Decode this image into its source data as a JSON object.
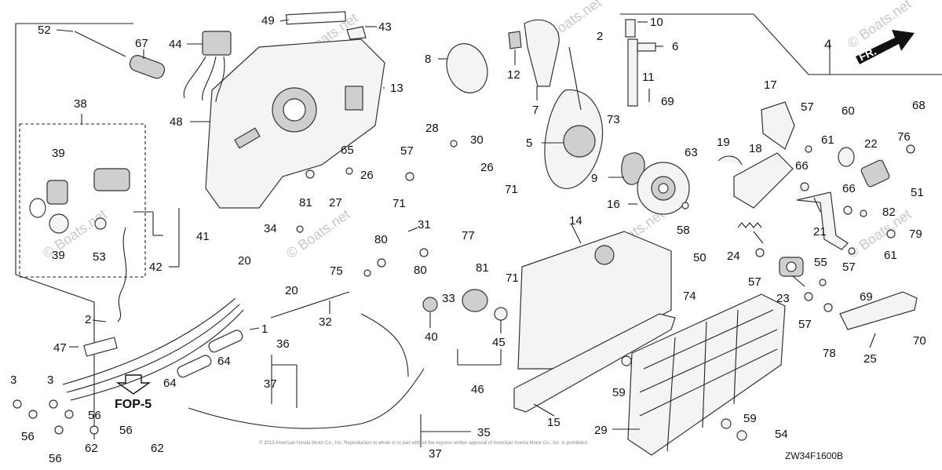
{
  "diagram": {
    "code": "ZW34F1600B",
    "direction": "FR.",
    "reference": "FOP-5",
    "watermark": "© Boats.net",
    "footer_note": "© 2013 American Honda Motor Co., Inc. Reproduction in whole or in part without the express written approval of American Honda Motor Co., Inc. is prohibited",
    "callouts": {
      "c1": "1",
      "c2": "2",
      "c2b": "2",
      "c3a": "3",
      "c3b": "3",
      "c4": "4",
      "c5": "5",
      "c6": "6",
      "c7": "7",
      "c8": "8",
      "c9": "9",
      "c10": "10",
      "c11": "11",
      "c12": "12",
      "c13": "13",
      "c14": "14",
      "c15": "15",
      "c16": "16",
      "c17": "17",
      "c18": "18",
      "c19": "19",
      "c20a": "20",
      "c20b": "20",
      "c21": "21",
      "c22": "22",
      "c23": "23",
      "c24": "24",
      "c25": "25",
      "c26a": "26",
      "c26b": "26",
      "c27": "27",
      "c28": "28",
      "c29": "29",
      "c30": "30",
      "c31": "31",
      "c32": "32",
      "c33": "33",
      "c34": "34",
      "c35": "35",
      "c36": "36",
      "c37a": "37",
      "c37b": "37",
      "c38": "38",
      "c39a": "39",
      "c39b": "39",
      "c40": "40",
      "c41": "41",
      "c42": "42",
      "c43": "43",
      "c44": "44",
      "c45": "45",
      "c46": "46",
      "c47": "47",
      "c48": "48",
      "c49": "49",
      "c50": "50",
      "c51": "51",
      "c52": "52",
      "c53": "53",
      "c54": "54",
      "c55": "55",
      "c56a": "56",
      "c56b": "56",
      "c56c": "56",
      "c56d": "56",
      "c57a": "57",
      "c57b": "57",
      "c57c": "57",
      "c57d": "57",
      "c57e": "57",
      "c58": "58",
      "c59a": "59",
      "c59b": "59",
      "c60": "60",
      "c61a": "61",
      "c61b": "61",
      "c62a": "62",
      "c62b": "62",
      "c63": "63",
      "c64a": "64",
      "c64b": "64",
      "c65": "65",
      "c66a": "66",
      "c66b": "66",
      "c67": "67",
      "c68": "68",
      "c69a": "69",
      "c69b": "69",
      "c70": "70",
      "c71a": "71",
      "c71b": "71",
      "c71c": "71",
      "c73": "73",
      "c74": "74",
      "c75": "75",
      "c76": "76",
      "c77": "77",
      "c78": "78",
      "c79": "79",
      "c80a": "80",
      "c80b": "80",
      "c81a": "81",
      "c81b": "81",
      "c82": "82"
    }
  }
}
